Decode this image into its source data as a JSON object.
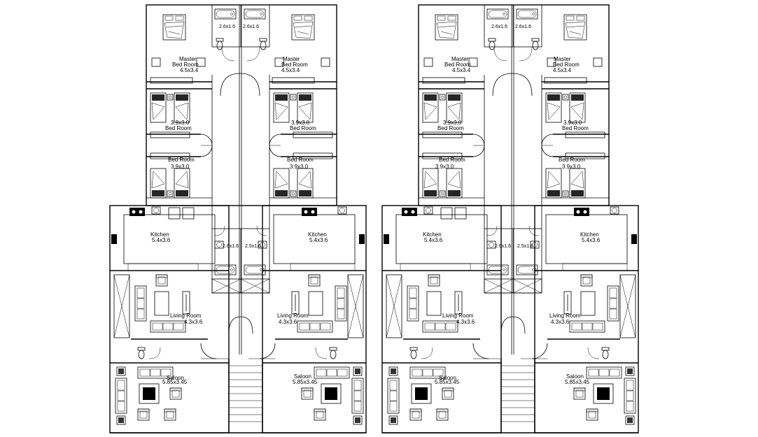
{
  "plans": [
    {
      "master_left": {
        "name": "Master",
        "sub": "Bed Room",
        "dim": "4.5x3.4"
      },
      "master_right": {
        "name": "Master",
        "sub": "Bed Room",
        "dim": "4.5x3.4"
      },
      "bath_top_left": "2.6x1.6",
      "bath_top_right": "2.6x1.6",
      "bed2_left": {
        "dim": "3.9x3.0",
        "name": "Bed Room"
      },
      "bed2_right": {
        "dim": "3.9x3.0",
        "name": "Bed Room"
      },
      "bed3_left": {
        "name": "Bed Room",
        "dim": "3.9x3.0"
      },
      "bed3_right": {
        "name": "Bed Room",
        "dim": "3.9x3.0"
      },
      "kitchen_left": {
        "name": "Kitchen",
        "dim": "5.4x3.6"
      },
      "kitchen_right": {
        "name": "Kitchen",
        "dim": "5.4x3.6"
      },
      "bath_mid_left": "2.6x1.6",
      "bath_mid_right": "2.5x1.6",
      "living_left": {
        "name": "Living Room",
        "dim": "4.3x3.6"
      },
      "living_right": {
        "name": "Living Room",
        "dim": "4.3x3.6"
      },
      "saloon_left": {
        "name": "Saloon",
        "dim": "5.85x3.45"
      },
      "saloon_right": {
        "name": "Saloon",
        "dim": "5.85x3.45"
      }
    },
    {
      "master_left": {
        "name": "Master",
        "sub": "Bed Room",
        "dim": "4.5x3.4"
      },
      "master_right": {
        "name": "Master",
        "sub": "Bed Room",
        "dim": "4.5x3.4"
      },
      "bath_top_left": "2.6x1.6",
      "bath_top_right": "2.6x1.6",
      "bed2_left": {
        "dim": "3.9x3.0",
        "name": "Bed Room"
      },
      "bed2_right": {
        "dim": "3.9x3.0",
        "name": "Bed Room"
      },
      "bed3_left": {
        "name": "Bed Room",
        "dim": "3.9x3.0"
      },
      "bed3_right": {
        "name": "Bed Room",
        "dim": "3.9x3.0"
      },
      "kitchen_left": {
        "name": "Kitchen",
        "dim": "5.4x3.6"
      },
      "kitchen_right": {
        "name": "Kitchen",
        "dim": "5.4x3.6"
      },
      "bath_mid_left": "2.6x1.6",
      "bath_mid_right": "2.5x1.6",
      "living_left": {
        "name": "Living Room",
        "dim": "4.3x3.6"
      },
      "living_right": {
        "name": "Living Room",
        "dim": "4.3x3.6"
      },
      "saloon_left": {
        "name": "Saloon",
        "dim": "5.85x3.45"
      },
      "saloon_right": {
        "name": "Saloon",
        "dim": "5.85x3.45"
      }
    }
  ]
}
